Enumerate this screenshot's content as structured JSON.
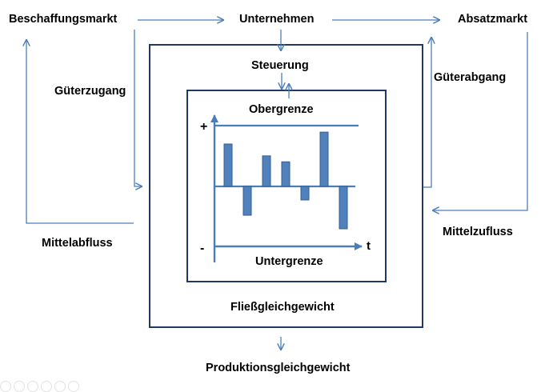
{
  "labels": {
    "procurement_market": "Beschaffungsmarkt",
    "company": "Unternehmen",
    "sales_market": "Absatzmarkt",
    "goods_inflow": "Güterzugang",
    "goods_outflow": "Güterabgang",
    "funds_outflow": "Mittelabfluss",
    "funds_inflow": "Mittelzufluss",
    "control": "Steuerung",
    "upper_limit": "Obergrenze",
    "lower_limit": "Untergrenze",
    "flow_equilibrium": "Fließgleichgewicht",
    "production_equilibrium": "Produktionsgleichgewicht",
    "plus_sign": "+",
    "minus_sign": "-",
    "time_axis": "t"
  },
  "colors": {
    "arrow": "#4a7ebb",
    "bar_fill": "#4f81bd",
    "bar_stroke": "#385d8a",
    "frame": "#1f3864",
    "text": "#000000"
  },
  "chart_data": {
    "type": "bar",
    "values": [
      1.0,
      -0.68,
      0.72,
      0.58,
      -0.32,
      1.28,
      -1.0
    ],
    "ylim": [
      -1.4,
      1.4
    ],
    "grid": false
  }
}
